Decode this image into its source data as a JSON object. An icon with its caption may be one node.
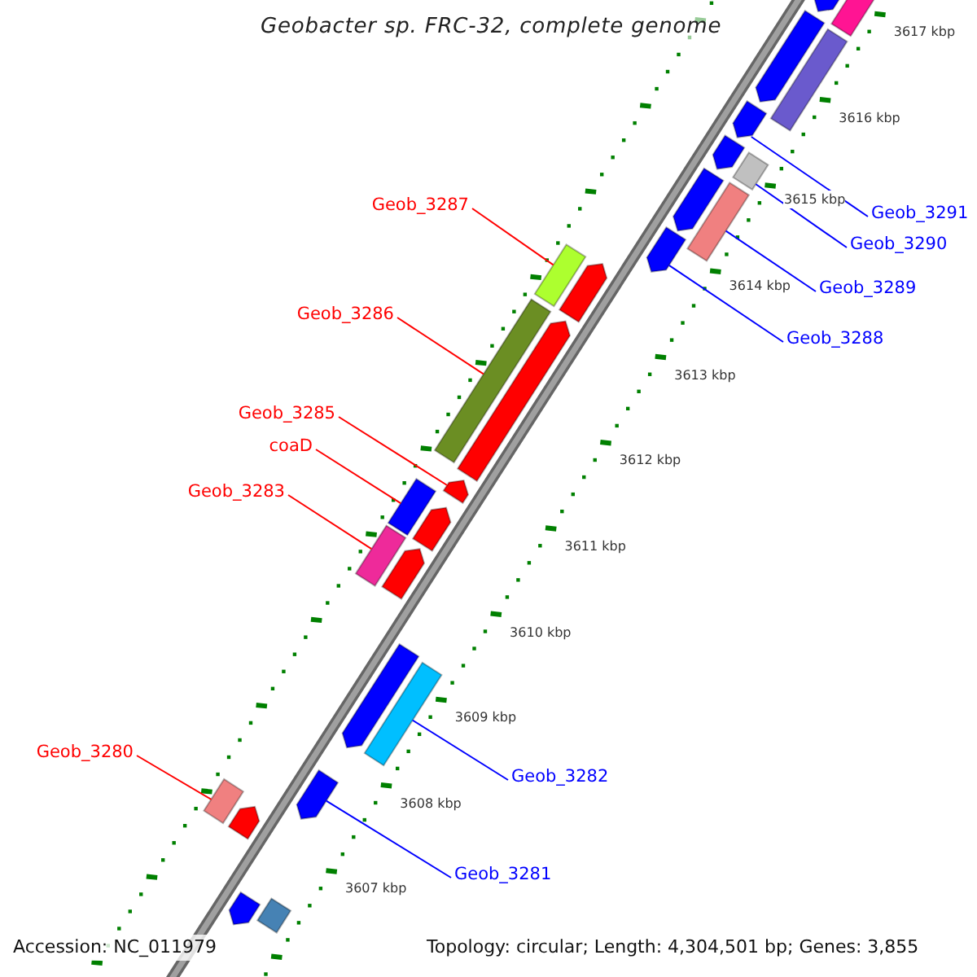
{
  "diagram": {
    "title": "Geobacter sp. FRC-32, complete genome",
    "nodes": [
      {
        "text": [
          "Geob_3287"
        ]
      },
      {
        "text": [
          "Geob_3291"
        ]
      },
      {
        "text": [
          "Geob_3290"
        ]
      },
      {
        "text": [
          "Geob_3289"
        ]
      },
      {
        "text": [
          "Geob_3286"
        ]
      },
      {
        "text": [
          "Geob_3288"
        ]
      },
      {
        "text": [
          "Geob_3285"
        ]
      },
      {
        "text": [
          "coaD"
        ]
      },
      {
        "text": [
          "Geob_3283"
        ]
      },
      {
        "text": [
          "Geob_3280"
        ]
      },
      {
        "text": [
          "Geob_3282"
        ]
      },
      {
        "text": [
          "Geob_3281"
        ]
      },
      {
        "text": [],
        "shape": "arrow"
      },
      {
        "text": [],
        "shape": "bar"
      },
      {
        "text": [],
        "shape": "arrow"
      },
      {
        "text": [],
        "shape": "bar"
      },
      {
        "text": [],
        "shape": "arrow"
      },
      {
        "text": [],
        "shape": "arrow"
      },
      {
        "text": [],
        "shape": "bar"
      },
      {
        "text": [],
        "shape": "arrow"
      },
      {
        "text": [],
        "shape": "bar"
      },
      {
        "text": [],
        "shape": "arrow"
      },
      {
        "text": [],
        "shape": "bar"
      },
      {
        "text": [],
        "shape": "arrow"
      },
      {
        "text": [],
        "shape": "bar"
      },
      {
        "text": [],
        "shape": "arrow"
      },
      {
        "text": [],
        "shape": "arrow"
      },
      {
        "text": [],
        "shape": "bar"
      },
      {
        "text": [],
        "shape": "arrow"
      },
      {
        "text": [],
        "shape": "bar"
      },
      {
        "text": [],
        "shape": "arrow"
      },
      {
        "text": [],
        "shape": "arrow"
      },
      {
        "text": [],
        "shape": "bar"
      },
      {
        "text": [],
        "shape": "arrow"
      },
      {
        "text": [],
        "shape": "bar"
      },
      {
        "text": [],
        "shape": "arrow"
      },
      {
        "text": [],
        "shape": "arrow"
      },
      {
        "text": [],
        "shape": "bar"
      }
    ],
    "edges": [
      {
        "from": 0,
        "to": 22,
        "arrow": "none"
      },
      {
        "from": 1,
        "to": 16,
        "arrow": "none",
        "color": "#0000ff"
      },
      {
        "from": 2,
        "to": 18,
        "arrow": "none",
        "color": "#0000ff"
      },
      {
        "from": 3,
        "to": 20,
        "arrow": "none",
        "color": "#0000ff"
      },
      {
        "from": 4,
        "to": 24,
        "arrow": "none"
      },
      {
        "from": 5,
        "to": 21,
        "arrow": "none",
        "color": "#0000ff"
      },
      {
        "from": 6,
        "to": 26,
        "arrow": "none"
      },
      {
        "from": 7,
        "to": 27,
        "arrow": "none"
      },
      {
        "from": 8,
        "to": 29,
        "arrow": "none"
      },
      {
        "from": 9,
        "to": 34,
        "arrow": "none"
      },
      {
        "from": 10,
        "to": 32,
        "arrow": "none",
        "color": "#0000ff"
      },
      {
        "from": 11,
        "to": 33,
        "arrow": "none",
        "color": "#0000ff"
      }
    ],
    "labels": [
      "3617 kbp",
      "3616 kbp",
      "3615 kbp",
      "3614 kbp",
      "3613 kbp",
      "3612 kbp",
      "3611 kbp",
      "3610 kbp",
      "3609 kbp",
      "3608 kbp",
      "3607 kbp",
      "Accession: NC_011979",
      "Topology: circular; Length: 4,304,501 bp; Genes: 3,855"
    ]
  }
}
